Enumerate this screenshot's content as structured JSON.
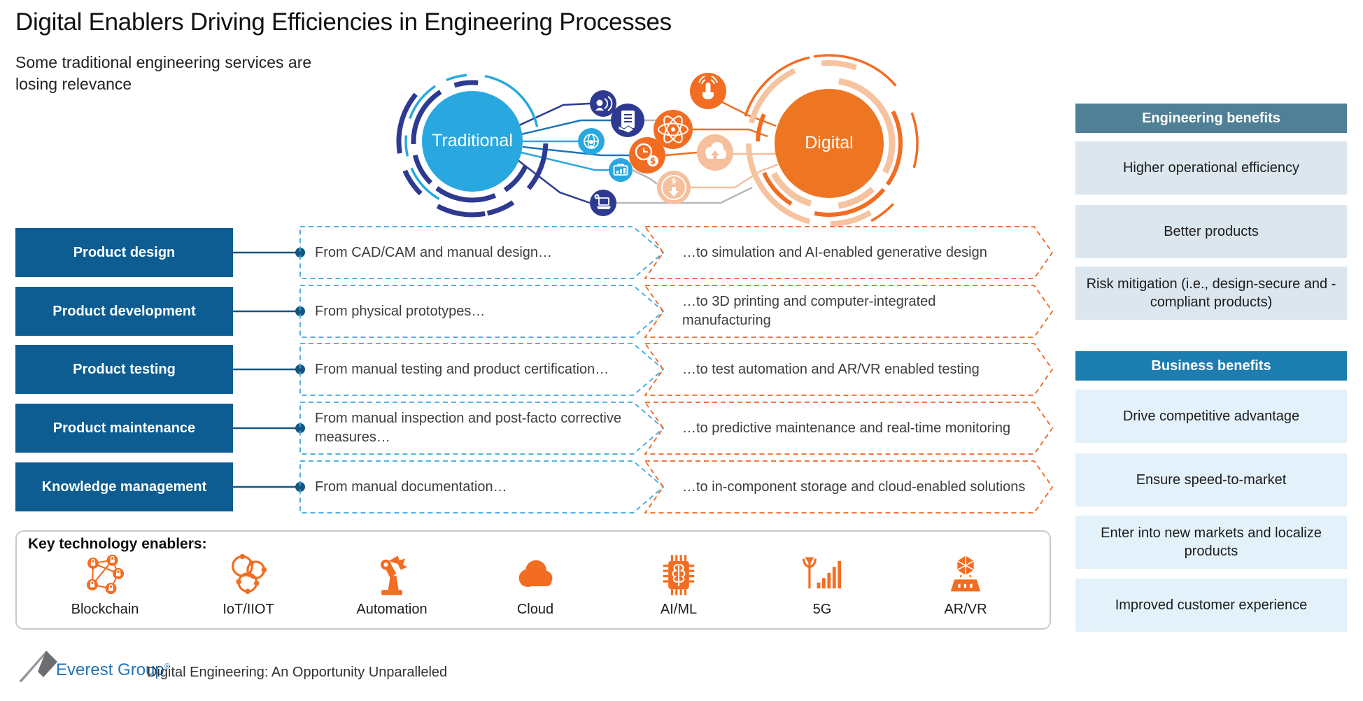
{
  "title": "Digital Enablers Driving Efficiencies in Engineering Processes",
  "subtitle": "Some traditional engineering services are losing relevance",
  "hero": {
    "left_label": "Traditional",
    "right_label": "Digital",
    "icons": [
      "voice-icon",
      "document-handshake-icon",
      "globe-user-icon",
      "chart-icon",
      "laptop-gear-icon",
      "time-money-icon",
      "atom-icon",
      "touch-icon",
      "cloud-upload-icon",
      "cost-down-icon"
    ]
  },
  "rows": [
    {
      "label": "Product design",
      "from": "From CAD/CAM and manual design…",
      "to": "…to simulation and AI-enabled generative design"
    },
    {
      "label": "Product development",
      "from": "From physical prototypes…",
      "to": "…to 3D printing and computer-integrated manufacturing"
    },
    {
      "label": "Product testing",
      "from": "From manual testing and product certification…",
      "to": "…to test automation and AR/VR enabled testing"
    },
    {
      "label": "Product maintenance",
      "from": "From manual inspection and post-facto corrective measures…",
      "to": "…to predictive maintenance and real-time monitoring"
    },
    {
      "label": "Knowledge management",
      "from": "From manual documentation…",
      "to": "…to in-component storage and cloud-enabled solutions"
    }
  ],
  "benefits": {
    "engineering": {
      "header": "Engineering benefits",
      "items": [
        "Higher operational efficiency",
        "Better products",
        "Risk mitigation (i.e., design-secure and -compliant products)"
      ]
    },
    "business": {
      "header": "Business benefits",
      "items": [
        "Drive competitive advantage",
        "Ensure speed-to-market",
        "Enter into new markets and localize products",
        "Improved customer experience"
      ]
    }
  },
  "enablers": {
    "label": "Key technology enablers:",
    "items": [
      {
        "label": "Blockchain",
        "icon": "blockchain-icon"
      },
      {
        "label": "IoT/IIOT",
        "icon": "iot-icon"
      },
      {
        "label": "Automation",
        "icon": "automation-icon"
      },
      {
        "label": "Cloud",
        "icon": "cloud-icon"
      },
      {
        "label": "AI/ML",
        "icon": "ai-ml-chip-icon"
      },
      {
        "label": "5G",
        "icon": "5g-antenna-icon"
      },
      {
        "label": "AR/VR",
        "icon": "ar-vr-icon"
      }
    ]
  },
  "footer": {
    "brand": "Everest Group",
    "registered_mark": "®",
    "caption": "Digital Engineering: An Opportunity Unparalleled"
  },
  "colors": {
    "process_box_blue": "#0d5d92",
    "traditional_circle_blue": "#29a8e0",
    "navy_accent": "#2e3a92",
    "digital_orange": "#ee7623",
    "peach_accent": "#f6c3a0",
    "dashed_blue_border": "#3aa9e0",
    "dashed_orange_border": "#f26522",
    "engineering_header_teal": "#4f8096",
    "business_header_blue": "#1c7db1",
    "engineering_item_bg": "#dbe6ee",
    "business_item_bg": "#e2f1fa",
    "brand_blue": "#2374b5"
  }
}
